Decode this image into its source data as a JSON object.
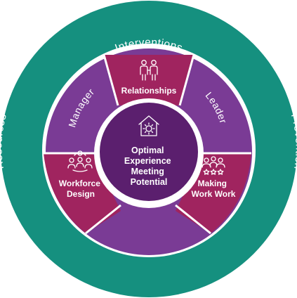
{
  "colors": {
    "outer_ring": "#15907f",
    "magenta": "#a0245f",
    "purple": "#7a3b95",
    "dark_purple": "#5b1f6e",
    "white": "#ffffff"
  },
  "outer_ring": {
    "top": "Interventions",
    "left": "Resources",
    "right": "Prevention"
  },
  "segments": {
    "manager": "Manager",
    "leader": "Leader",
    "relationships": "Relationships",
    "workforce_design": [
      "Workforce",
      "Design"
    ],
    "making_work_work": [
      "Making",
      "Work Work"
    ]
  },
  "center": {
    "lines": [
      "Optimal",
      "Experience",
      "Meeting",
      "Potential"
    ]
  },
  "icons": {
    "relationships": "people-pair-icon",
    "workforce_design": "team-network-icon",
    "making_work_work": "group-stars-icon",
    "center": "house-sun-icon"
  }
}
